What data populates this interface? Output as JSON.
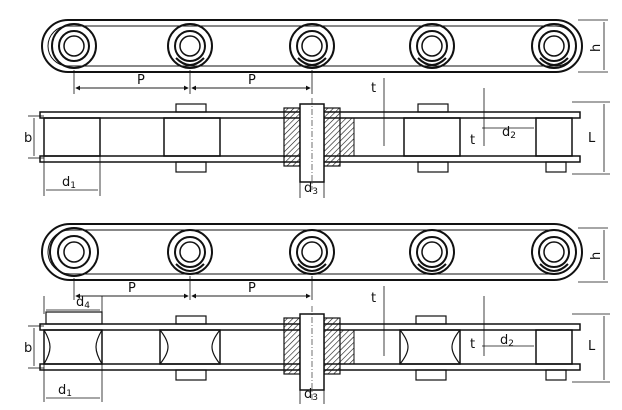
{
  "top_view": {
    "pitch_label_1": "P",
    "pitch_label_2": "P",
    "height_label": "h"
  },
  "top_section": {
    "d1_main": "d",
    "d1_sub": "1",
    "d2_main": "d",
    "d2_sub": "2",
    "d3_main": "d",
    "d3_sub": "3",
    "t_label_1": "t",
    "t_label_2": "t",
    "b_label": "b",
    "L_label": "L"
  },
  "bottom_view": {
    "pitch_label_1": "P",
    "pitch_label_2": "P",
    "height_label": "h"
  },
  "bottom_section": {
    "d4_main": "d",
    "d4_sub": "4",
    "d1_main": "d",
    "d1_sub": "1",
    "d2_main": "d",
    "d2_sub": "2",
    "d3_main": "d",
    "d3_sub": "3",
    "t_label_1": "t",
    "t_label_2": "t",
    "b_label": "b",
    "L_label": "L"
  }
}
